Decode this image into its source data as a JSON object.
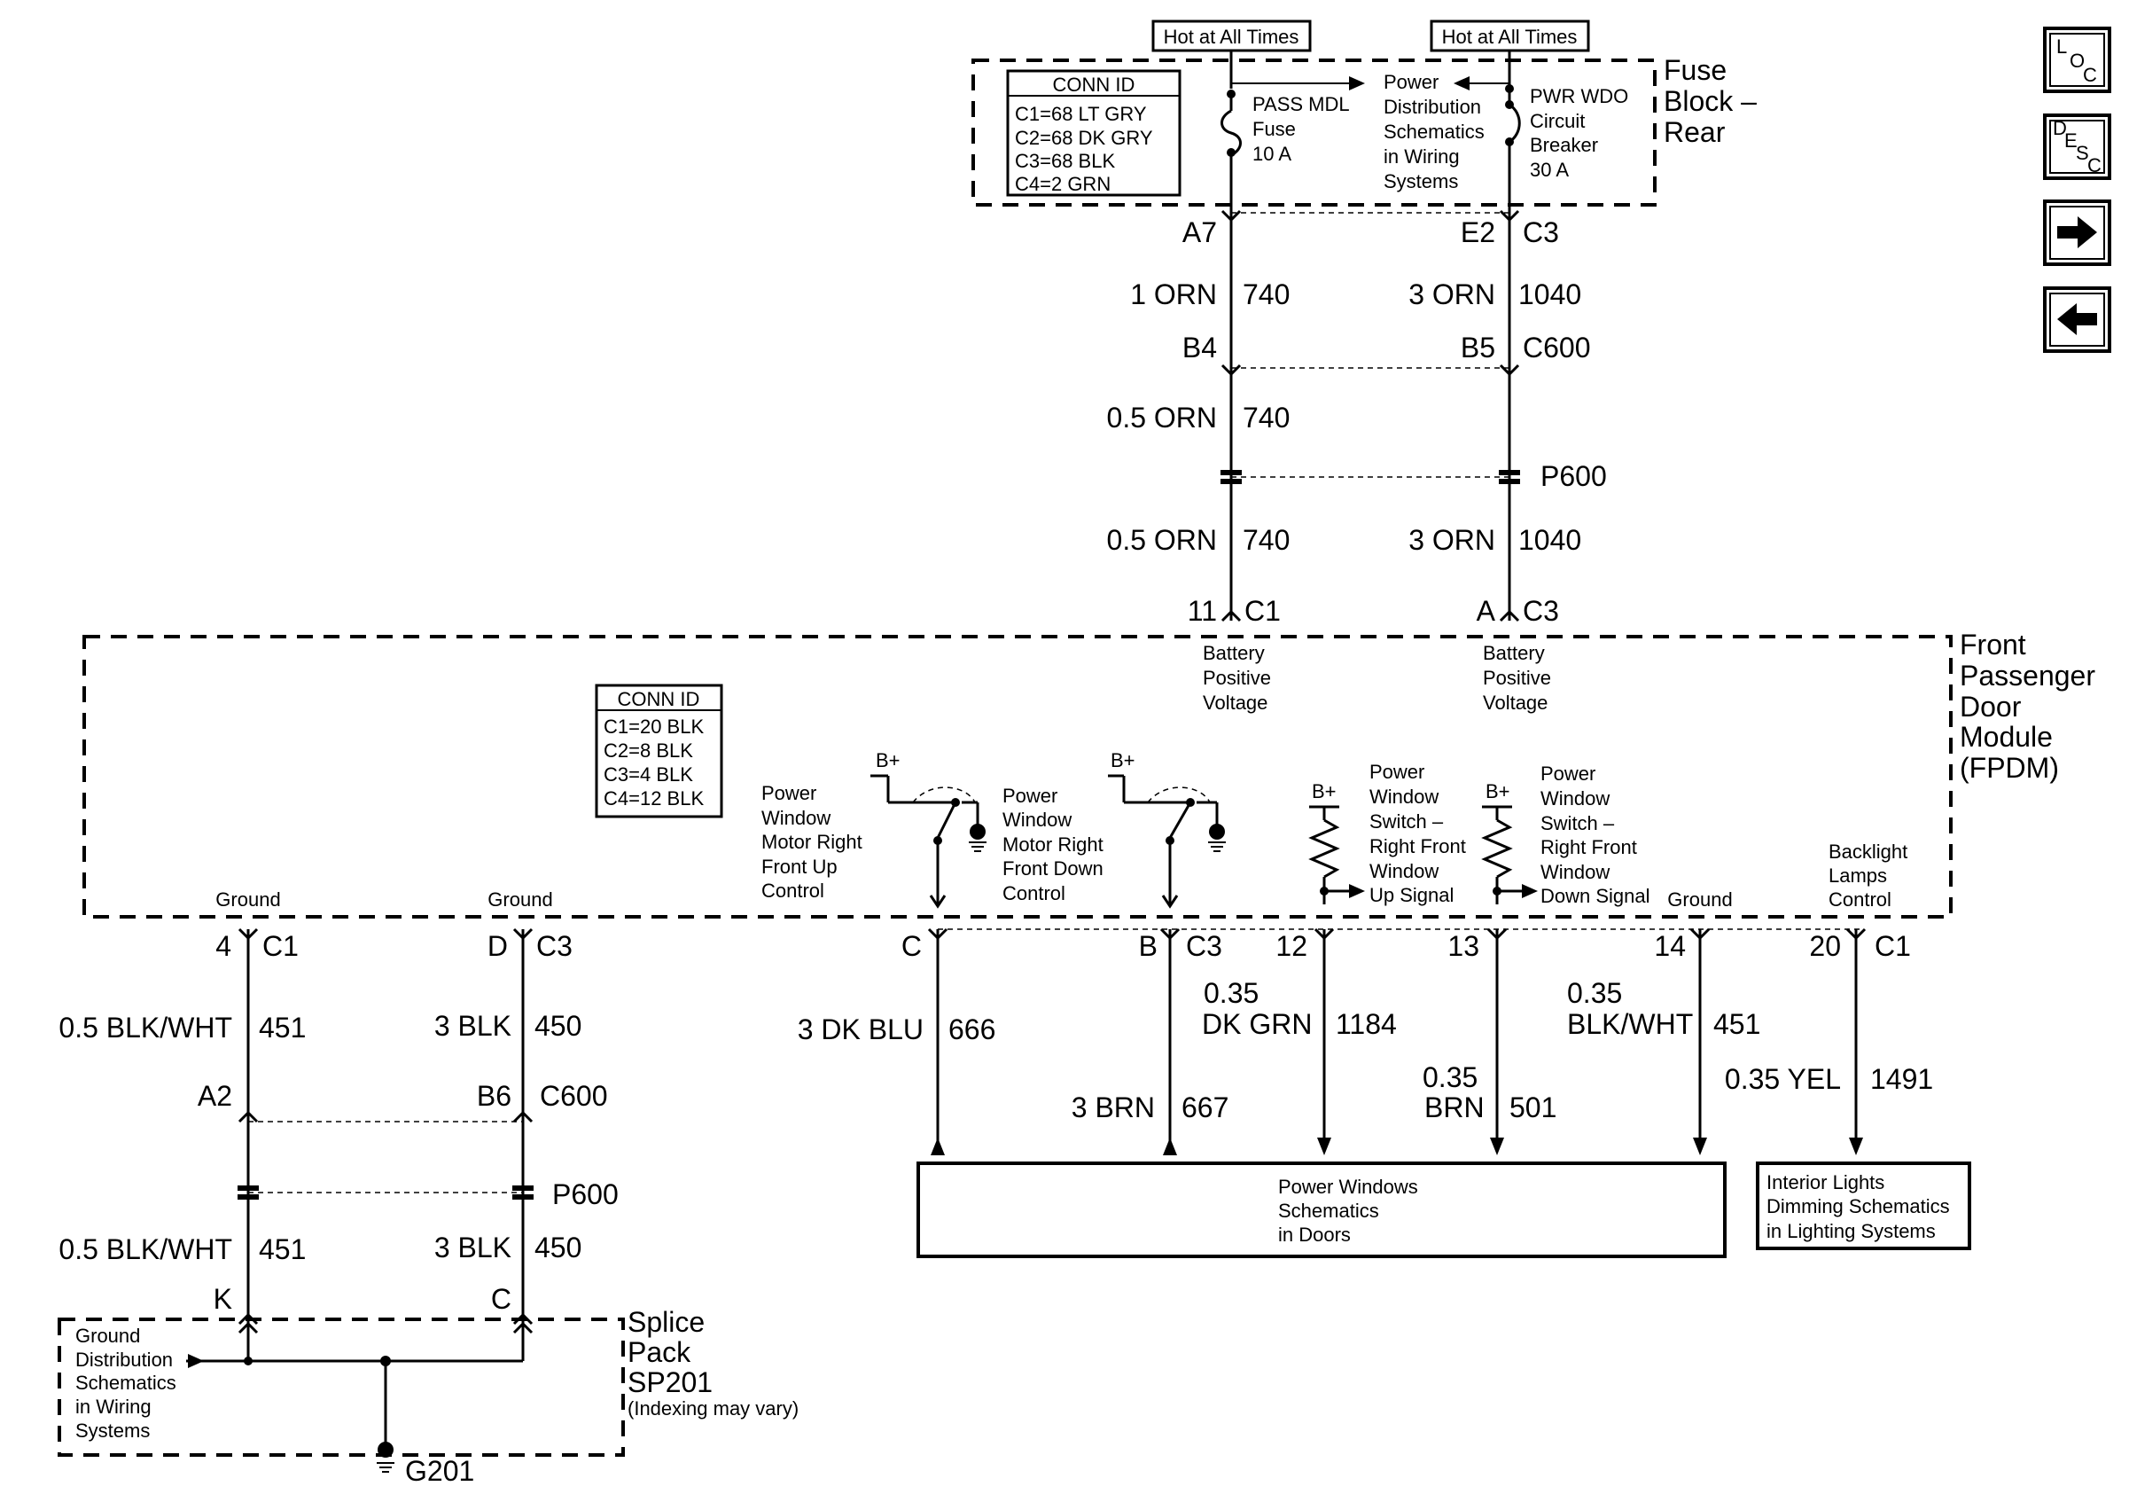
{
  "fuse_block": {
    "hot1": "Hot at All Times",
    "hot2": "Hot at All Times",
    "conn_title": "CONN ID",
    "conn": [
      "C1=68 LT GRY",
      "C2=68 DK GRY",
      "C3=68 BLK",
      "C4=2 GRN"
    ],
    "fuse_label": [
      "PASS MDL",
      "Fuse",
      "10 A"
    ],
    "power_dist": [
      "Power",
      "Distribution",
      "Schematics",
      "in Wiring",
      "Systems"
    ],
    "breaker_label": [
      "PWR WDO",
      "Circuit",
      "Breaker",
      "30 A"
    ],
    "name": [
      "Fuse",
      "Block –",
      "Rear"
    ]
  },
  "left_path": {
    "pin_top": "A7",
    "w1_size": "1 ORN",
    "w1_num": "740",
    "pin_mid": "B4",
    "w2_size": "0.5 ORN",
    "w2_num": "740",
    "w3_size": "0.5 ORN",
    "w3_num": "740",
    "pin_bottom": "11",
    "conn_bottom": "C1"
  },
  "right_path": {
    "pin_top": "E2",
    "conn_top": "C3",
    "w1_size": "3 ORN",
    "w1_num": "1040",
    "pin_mid": "B5",
    "conn_mid": "C600",
    "inline_conn": "P600",
    "w3_size": "3 ORN",
    "w3_num": "1040",
    "pin_bottom": "A",
    "conn_bottom": "C3"
  },
  "module": {
    "name": [
      "Front",
      "Passenger",
      "Door",
      "Module",
      "(FPDM)"
    ],
    "conn_title": "CONN ID",
    "conn": [
      "C1=20 BLK",
      "C2=8 BLK",
      "C3=4 BLK",
      "C4=12 BLK"
    ],
    "batt_label": [
      "Battery",
      "Positive",
      "Voltage"
    ],
    "batt_label2": [
      "Battery",
      "Positive",
      "Voltage"
    ],
    "ground1": "Ground",
    "ground2": "Ground",
    "ground3": "Ground",
    "bplus": "B+",
    "motor_up": [
      "Power",
      "Window",
      "Motor Right",
      "Front Up",
      "Control"
    ],
    "motor_down": [
      "Power",
      "Window",
      "Motor Right",
      "Front Down",
      "Control"
    ],
    "switch_up": [
      "Power",
      "Window",
      "Switch –",
      "Right Front",
      "Window",
      "Up Signal"
    ],
    "switch_down": [
      "Power",
      "Window",
      "Switch –",
      "Right Front",
      "Window",
      "Down Signal"
    ],
    "backlight": [
      "Backlight",
      "Lamps",
      "Control"
    ]
  },
  "bottom_pins": {
    "g4": "4",
    "g4c": "C1",
    "gd": "D",
    "gdc": "C3",
    "pc": "C",
    "pb": "B",
    "pbc": "C3",
    "p12": "12",
    "p13": "13",
    "p14": "14",
    "p20": "20",
    "p20c": "C1"
  },
  "ground_wires": {
    "w1_size": "0.5 BLK/WHT",
    "w1_num": "451",
    "w2_size": "3 BLK",
    "w2_num": "450",
    "pin_a2": "A2",
    "pin_b6": "B6",
    "conn_c600": "C600",
    "w3_size": "0.5 BLK/WHT",
    "w3_num": "451",
    "w4_size": "3 BLK",
    "w4_num": "450",
    "conn_p600": "P600",
    "pin_k": "K",
    "pin_c": "C"
  },
  "signal_wires": {
    "s666_size": "3 DK BLU",
    "s666_num": "666",
    "s667_size": "3 BRN",
    "s667_num": "667",
    "s1184_size1": "0.35",
    "s1184_size2": "DK GRN",
    "s1184_num": "1184",
    "s501_size1": "0.35",
    "s501_size2": "BRN",
    "s501_num": "501",
    "s451_size1": "0.35",
    "s451_size2": "BLK/WHT",
    "s451_num": "451",
    "s1491_size": "0.35 YEL",
    "s1491_num": "1491"
  },
  "splice": {
    "gd_text": [
      "Ground",
      "Distribution",
      "Schematics",
      "in Wiring",
      "Systems"
    ],
    "name": [
      "Splice",
      "Pack",
      "SP201"
    ],
    "note": "(Indexing may vary)",
    "ground": "G201"
  },
  "refs": {
    "power_windows": [
      "Power Windows",
      "Schematics",
      "in Doors"
    ],
    "interior": [
      "Interior Lights",
      "Dimming Schematics",
      "in Lighting Systems"
    ]
  },
  "nav": {
    "loc": [
      "L",
      "O",
      "C"
    ],
    "desc": [
      "D",
      "E",
      "S",
      "C"
    ]
  }
}
